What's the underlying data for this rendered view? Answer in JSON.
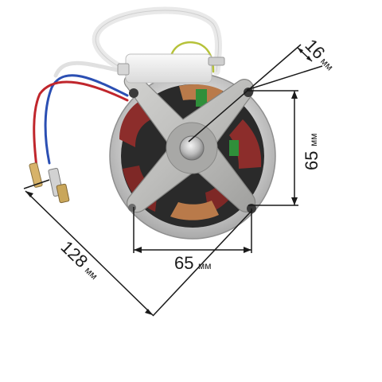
{
  "dimensions": {
    "diameter": {
      "value": "128",
      "unit": "мм"
    },
    "vertical_spacing": {
      "value": "65",
      "unit": "мм"
    },
    "horizontal_spacing": {
      "value": "65",
      "unit": "мм"
    },
    "mount_offset": {
      "value": "16",
      "unit": "мм"
    }
  },
  "colors": {
    "background": "#ffffff",
    "dimension_line": "#1a1a1a",
    "motor_housing": "#c9c9c9",
    "mount_plate": "#b8b8b6",
    "winding_copper": "#8c2d2b",
    "wire_red": "#c0262c",
    "wire_blue": "#2b4fb3",
    "wire_white": "#e9e9e9",
    "wire_yellow_green": "#b6c23a"
  },
  "icons": [
    "motor-photo",
    "shaft",
    "capacitor",
    "spade-connector"
  ]
}
